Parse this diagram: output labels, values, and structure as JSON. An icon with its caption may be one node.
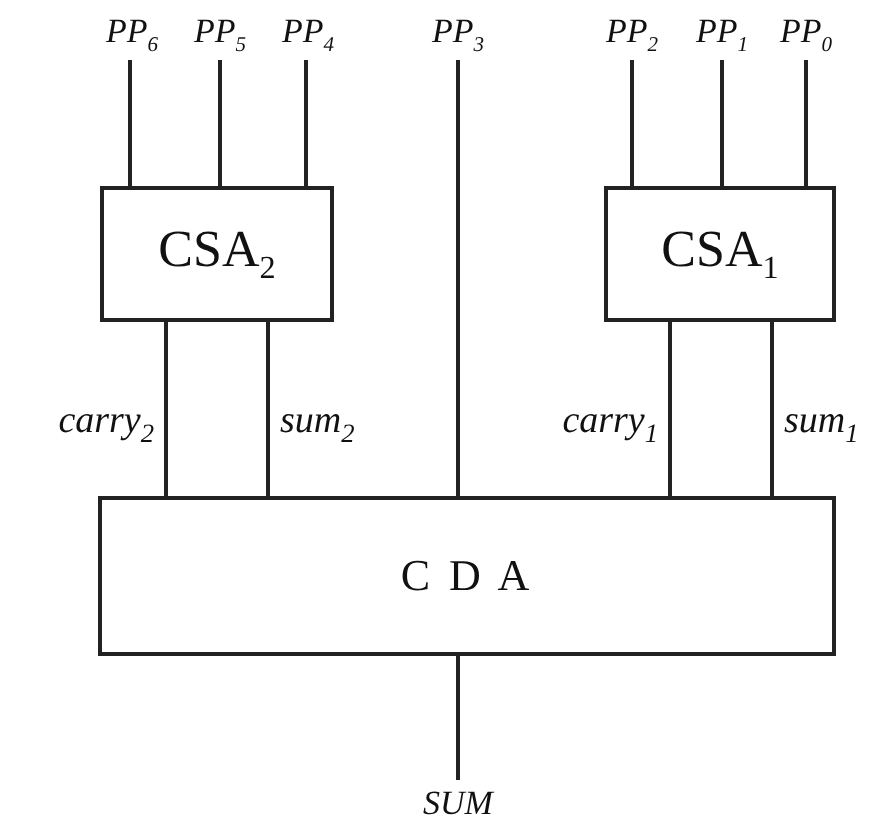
{
  "diagram": {
    "nodes": [
      {
        "text": [
          "PP$_{6}$"
        ]
      },
      {
        "text": [
          "PP$_{5}$"
        ]
      },
      {
        "text": [
          "PP$_{4}$"
        ]
      },
      {
        "text": [
          "PP$_{3}$"
        ]
      },
      {
        "text": [
          "PP$_{2}$"
        ]
      },
      {
        "text": [
          "PP$_{1}$"
        ]
      },
      {
        "text": [
          "PP$_{0}$"
        ]
      },
      {
        "text": [
          "CSA$_{2}$"
        ]
      },
      {
        "text": [
          "CSA$_{1}$"
        ]
      },
      {
        "text": [
          "C D A"
        ]
      },
      {
        "text": [
          "SUM"
        ]
      }
    ],
    "edges": [
      {
        "from": 0,
        "to": 7,
        "arrow": "none"
      },
      {
        "from": 1,
        "to": 7,
        "arrow": "none"
      },
      {
        "from": 2,
        "to": 7,
        "arrow": "none"
      },
      {
        "from": 3,
        "to": 9,
        "arrow": "none"
      },
      {
        "from": 4,
        "to": 8,
        "arrow": "none"
      },
      {
        "from": 5,
        "to": 8,
        "arrow": "none"
      },
      {
        "from": 6,
        "to": 8,
        "arrow": "none"
      },
      {
        "from": 7,
        "to": 9,
        "arrow": "none",
        "label": "carry$_{2}$"
      },
      {
        "from": 7,
        "to": 9,
        "arrow": "none",
        "label": "sum$_{2}$"
      },
      {
        "from": 8,
        "to": 9,
        "arrow": "none",
        "label": "carry$_{1}$"
      },
      {
        "from": 8,
        "to": 9,
        "arrow": "none",
        "label": "sum$_{1}$"
      },
      {
        "from": 9,
        "to": 10,
        "arrow": "none"
      }
    ]
  }
}
